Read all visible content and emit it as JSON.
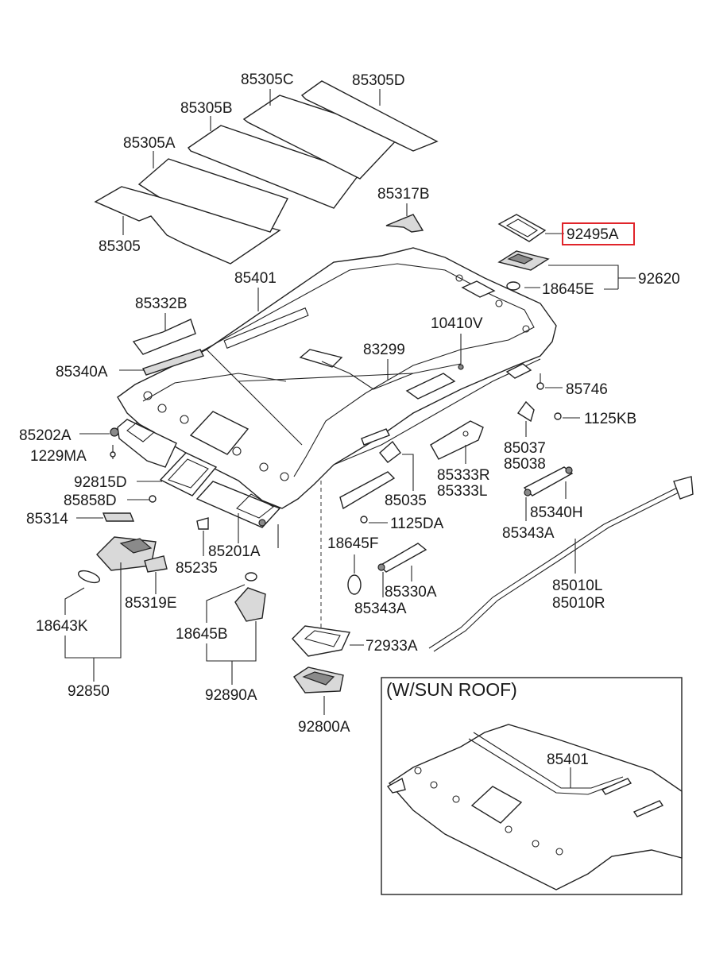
{
  "inset": {
    "title": "(W/SUN ROOF)",
    "label": "85401"
  },
  "labels": {
    "l85305C": "85305C",
    "l85305D": "85305D",
    "l85305B": "85305B",
    "l85305A": "85305A",
    "l85305": "85305",
    "l85317B": "85317B",
    "l92495A": "92495A",
    "l92620": "92620",
    "l18645E": "18645E",
    "l85401": "85401",
    "l85332B": "85332B",
    "l10410V": "10410V",
    "l83299": "83299",
    "l85340A": "85340A",
    "l85746": "85746",
    "l1125KB": "1125KB",
    "l85202A": "85202A",
    "l1229MA": "1229MA",
    "l85037": "85037",
    "l85038": "85038",
    "l85333R": "85333R",
    "l85333L": "85333L",
    "l92815D": "92815D",
    "l85858D": "85858D",
    "l85035": "85035",
    "l85340H": "85340H",
    "l85314": "85314",
    "l1125DA": "1125DA",
    "l85343A_r": "85343A",
    "l85235": "85235",
    "l85201A": "85201A",
    "l18645F": "18645F",
    "l85319E": "85319E",
    "l85330A": "85330A",
    "l85010L": "85010L",
    "l85010R": "85010R",
    "l85343A_c": "85343A",
    "l18643K": "18643K",
    "l18645B": "18645B",
    "l72933A": "72933A",
    "l92850": "92850",
    "l92890A": "92890A",
    "l92800A": "92800A"
  },
  "colors": {
    "line": "#222222",
    "highlight": "#e0242a",
    "background": "#ffffff"
  }
}
